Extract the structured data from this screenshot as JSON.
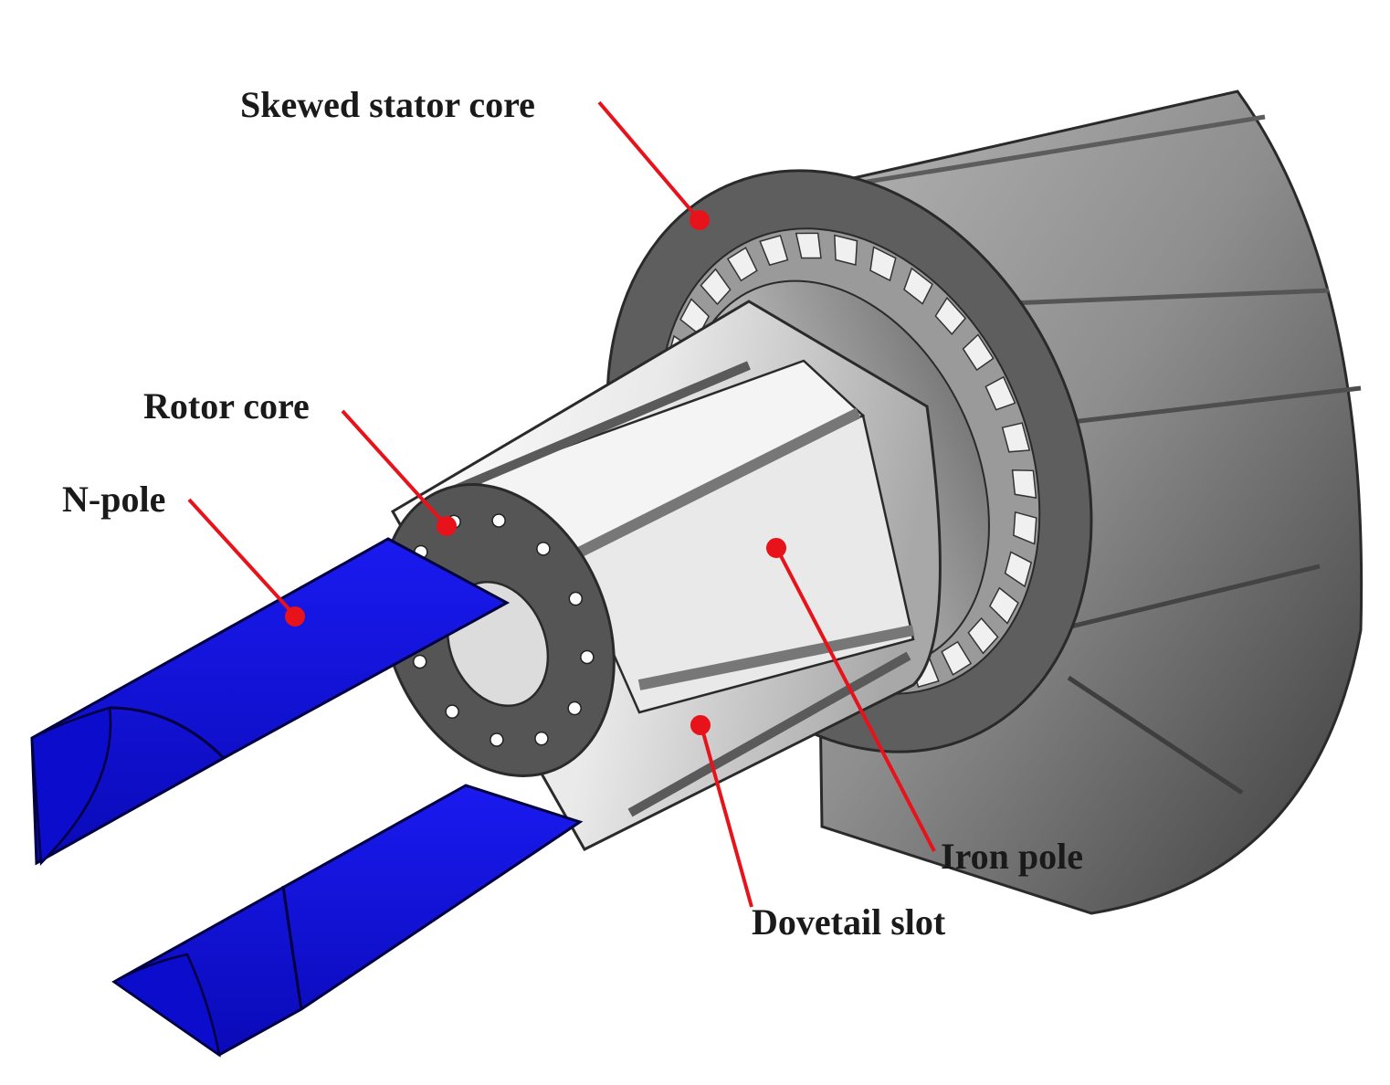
{
  "labels": {
    "skewed_stator_core": "Skewed stator core",
    "rotor_core": "Rotor core",
    "n_pole": "N-pole",
    "iron_pole": "Iron pole",
    "dovetail_slot": "Dovetail slot"
  },
  "colors": {
    "leader_line": "#e8121b",
    "magnet": "#1010d8",
    "lamination": "#5a5a5a",
    "stator_body": "#8c8c8c",
    "iron_pole": "#e6e6e6"
  }
}
